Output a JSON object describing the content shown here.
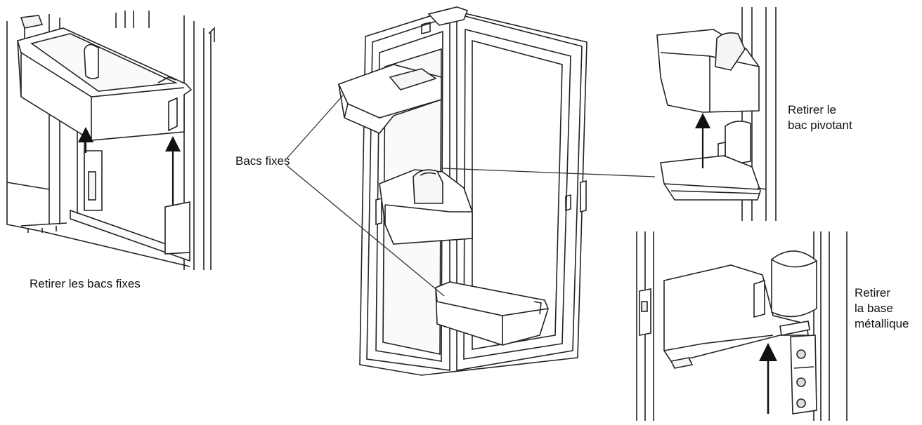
{
  "captions": {
    "remove_fixed_bins": "Retirer les bacs fixes",
    "fixed_bins": "Bacs fixes",
    "remove_pivot_bin": [
      "Retirer le",
      "bac pivotant"
    ],
    "remove_metal_base": [
      "Retirer",
      "la base",
      "métallique"
    ]
  },
  "colors": {
    "line": "#222222",
    "fill": "#ffffff",
    "shade": "#f2f2f2"
  },
  "icons": [
    "up-arrow-icon",
    "leader-line"
  ]
}
